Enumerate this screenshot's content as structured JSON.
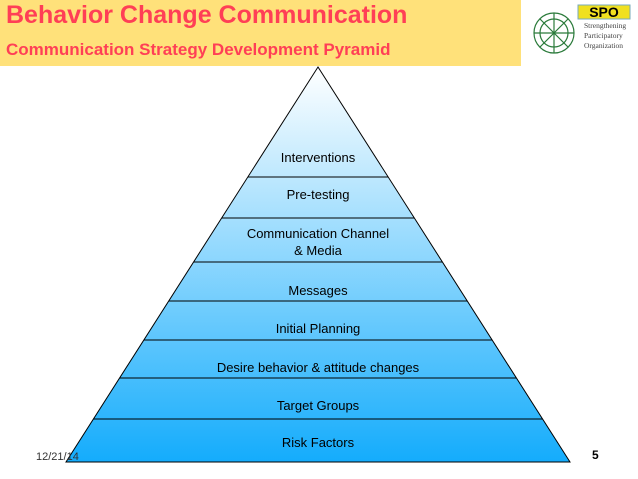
{
  "slide": {
    "title": "Behavior Change Communication",
    "subtitle": "Communication Strategy Development Pyramid",
    "date": "12/21/14",
    "page_number": "5"
  },
  "logo": {
    "abbreviation": "SPO",
    "lines": [
      "Strengthening",
      "Participatory",
      "Organization"
    ]
  },
  "pyramid": {
    "fill_color": "#14acfc",
    "levels": [
      {
        "lines": [
          "Interventions"
        ]
      },
      {
        "lines": [
          "Pre-testing"
        ]
      },
      {
        "lines": [
          "Communication Channel",
          "& Media"
        ]
      },
      {
        "lines": [
          "Messages"
        ]
      },
      {
        "lines": [
          "Initial Planning"
        ]
      },
      {
        "lines": [
          "Desire behavior & attitude changes"
        ]
      },
      {
        "lines": [
          "Target Groups"
        ]
      },
      {
        "lines": [
          "Risk Factors"
        ]
      }
    ]
  },
  "colors": {
    "title": "#ff3f56",
    "title_background": "#ffe17a"
  }
}
